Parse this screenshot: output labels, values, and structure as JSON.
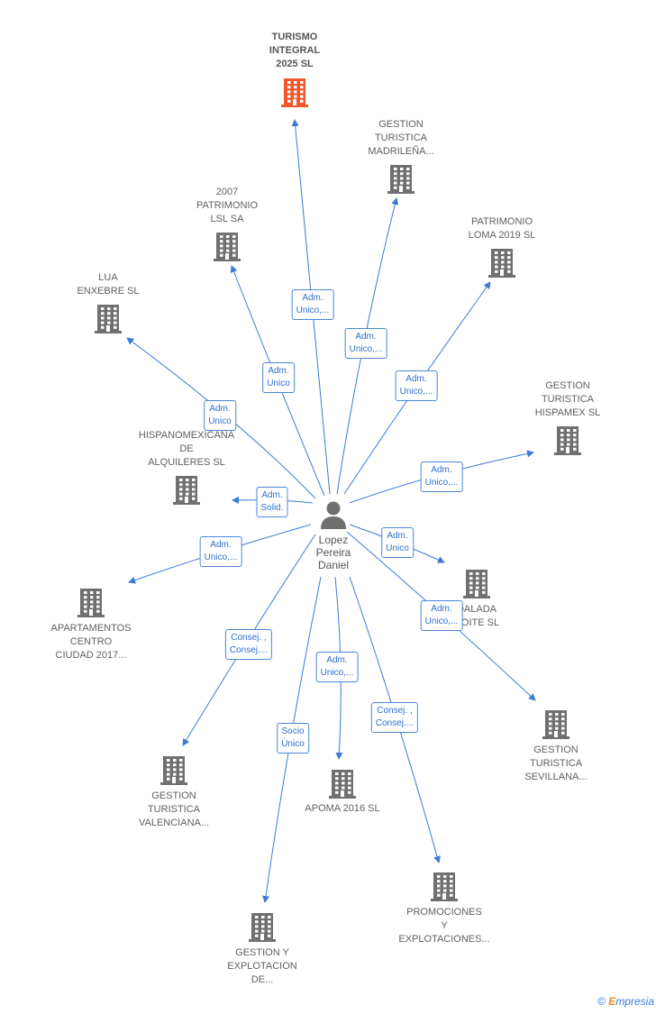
{
  "center": {
    "name_lines": [
      "Lopez",
      "Pereira",
      "Daniel"
    ],
    "icon": "person-icon"
  },
  "colors": {
    "edge": "#3a7bd5",
    "building": "#707070",
    "building_focal": "#f0582a"
  },
  "companies": [
    {
      "id": "turismo-integral",
      "lines": [
        "TURISMO",
        "INTEGRAL",
        "2025  SL"
      ],
      "icon": "building-icon",
      "focal": true
    },
    {
      "id": "gestion-turistica-madrilena",
      "lines": [
        "GESTION",
        "TURISTICA",
        "MADRILEÑA..."
      ],
      "icon": "building-icon"
    },
    {
      "id": "2007-patrimonio",
      "lines": [
        "2007",
        "PATRIMONIO",
        "LSL SA"
      ],
      "icon": "building-icon"
    },
    {
      "id": "patrimonio-loma",
      "lines": [
        "PATRIMONIO",
        "LOMA 2019  SL"
      ],
      "icon": "building-icon"
    },
    {
      "id": "lua-enxebre",
      "lines": [
        "LUA",
        "ENXEBRE SL"
      ],
      "icon": "building-icon"
    },
    {
      "id": "gestion-turistica-hispamex",
      "lines": [
        "GESTION",
        "TURISTICA",
        "HISPAMEX  SL"
      ],
      "icon": "building-icon"
    },
    {
      "id": "hispanomexicana",
      "lines": [
        "HISPANOMEXICANA",
        "DE",
        "ALQUILERES  SL"
      ],
      "icon": "building-icon"
    },
    {
      "id": "apartamentos-centro",
      "lines": [
        "APARTAMENTOS",
        "CENTRO",
        "CIUDAD 2017..."
      ],
      "icon": "building-icon"
    },
    {
      "id": "dalada-noite",
      "lines": [
        "DALADA",
        "NOITE SL"
      ],
      "icon": "building-icon"
    },
    {
      "id": "gestion-turistica-sevillana",
      "lines": [
        "GESTION",
        "TURISTICA",
        "SEVILLANA..."
      ],
      "icon": "building-icon"
    },
    {
      "id": "gestion-turistica-valenciana",
      "lines": [
        "GESTION",
        "TURISTICA",
        "VALENCIANA..."
      ],
      "icon": "building-icon"
    },
    {
      "id": "apoma-2016",
      "lines": [
        "APOMA 2016  SL"
      ],
      "icon": "building-icon"
    },
    {
      "id": "promociones-explotaciones",
      "lines": [
        "PROMOCIONES",
        "Y",
        "EXPLOTACIONES..."
      ],
      "icon": "building-icon"
    },
    {
      "id": "gestion-explotacion",
      "lines": [
        "GESTION Y",
        "EXPLOTACION",
        "DE..."
      ],
      "icon": "building-icon"
    }
  ],
  "relations": [
    {
      "to": "turismo-integral",
      "lines": [
        "Adm.",
        "Unico,..."
      ]
    },
    {
      "to": "gestion-turistica-madrilena",
      "lines": [
        "Adm.",
        "Unico,..."
      ]
    },
    {
      "to": "2007-patrimonio",
      "lines": [
        "Adm.",
        "Unico"
      ]
    },
    {
      "to": "patrimonio-loma",
      "lines": [
        "Adm.",
        "Unico,..."
      ]
    },
    {
      "to": "lua-enxebre",
      "lines": [
        "Adm.",
        "Unico"
      ]
    },
    {
      "to": "gestion-turistica-hispamex",
      "lines": [
        "Adm.",
        "Unico,..."
      ]
    },
    {
      "to": "hispanomexicana",
      "lines": [
        "Adm.",
        "Solid."
      ]
    },
    {
      "to": "apartamentos-centro",
      "lines": [
        "Adm.",
        "Unico,..."
      ]
    },
    {
      "to": "dalada-noite",
      "lines": [
        "Adm.",
        "Unico"
      ]
    },
    {
      "to": "gestion-turistica-sevillana",
      "lines": [
        "Adm.",
        "Unico,..."
      ]
    },
    {
      "to": "gestion-turistica-valenciana",
      "lines": [
        "Consej. ,",
        "Consej...."
      ]
    },
    {
      "to": "apoma-2016",
      "lines": [
        "Adm.",
        "Unico,..."
      ]
    },
    {
      "to": "promociones-explotaciones",
      "lines": [
        "Consej. ,",
        "Consej...."
      ]
    },
    {
      "to": "gestion-explotacion",
      "lines": [
        "Socio",
        "Único"
      ]
    }
  ],
  "footer": {
    "copyright_symbol": "©",
    "brand_initial": "E",
    "brand_rest": "mpresia"
  }
}
